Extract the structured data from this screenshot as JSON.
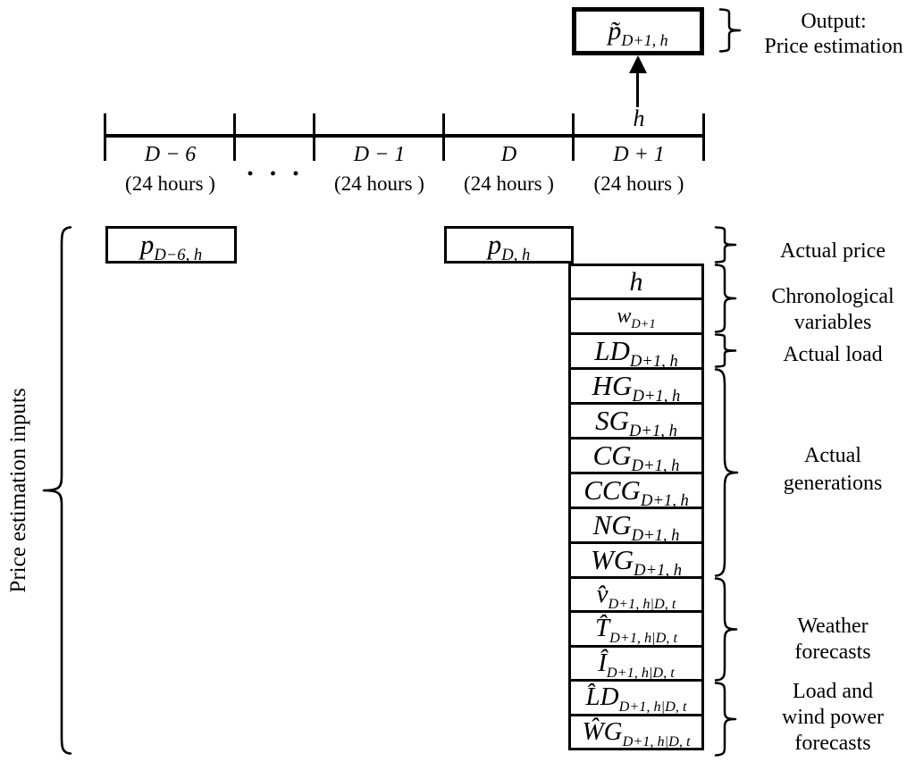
{
  "output": {
    "box_main": "p̃",
    "box_sub": "D+1, h",
    "label_line1": "Output:",
    "label_line2": "Price estimation"
  },
  "timeline": {
    "hour_label": "h",
    "ellipsis": "· · ·",
    "segments": [
      {
        "name": "D − 6",
        "hours": "(24 hours )"
      },
      {
        "name": "D − 1",
        "hours": "(24 hours )"
      },
      {
        "name": "D",
        "hours": "(24 hours )"
      },
      {
        "name": "D + 1",
        "hours": "(24 hours )"
      }
    ]
  },
  "inputs": {
    "group_label": "Price estimation inputs",
    "price_boxes": [
      {
        "main": "p",
        "sub": "D−6, h"
      },
      {
        "main": "p",
        "sub": "D, h"
      }
    ],
    "stack": [
      {
        "main": "h",
        "sub": ""
      },
      {
        "main": "w",
        "sub": "D+1"
      },
      {
        "main": "LD",
        "sub": "D+1, h"
      },
      {
        "main": "HG",
        "sub": "D+1, h"
      },
      {
        "main": "SG",
        "sub": "D+1, h"
      },
      {
        "main": "CG",
        "sub": "D+1, h"
      },
      {
        "main": "CCG",
        "sub": "D+1, h"
      },
      {
        "main": "NG",
        "sub": "D+1, h"
      },
      {
        "main": "WG",
        "sub": "D+1, h"
      },
      {
        "main": "v̂",
        "sub": "D+1, h|D, t"
      },
      {
        "main": "T̂",
        "sub": "D+1, h|D, t"
      },
      {
        "main": "Î",
        "sub": "D+1, h|D, t"
      },
      {
        "main": "L̂D",
        "sub": "D+1, h|D, t"
      },
      {
        "main": "ŴG",
        "sub": "D+1, h|D, t"
      }
    ],
    "groups": [
      {
        "lines": [
          "Actual price"
        ]
      },
      {
        "lines": [
          "Chronological",
          "variables"
        ]
      },
      {
        "lines": [
          "Actual load"
        ]
      },
      {
        "lines": [
          "Actual",
          "generations"
        ]
      },
      {
        "lines": [
          "Weather",
          "forecasts"
        ]
      },
      {
        "lines": [
          "Load and",
          "wind power",
          "forecasts"
        ]
      }
    ]
  },
  "colors": {
    "ink": "#000000",
    "background": "#ffffff"
  }
}
